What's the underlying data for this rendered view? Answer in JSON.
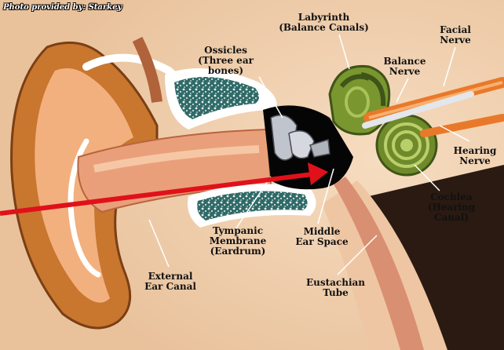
{
  "credit": "Photo provided by: Starkey",
  "labels": {
    "labyrinth": "Labyrinth\n(Balance Canals)",
    "facial_nerve": "Facial\nNerve",
    "ossicles": "Ossicles\n(Three ear\nbones)",
    "balance_nerve": "Balance\nNerve",
    "hearing_nerve": "Hearing\nNerve",
    "cochlea": "Cochlea\n(Hearing\nCanal)",
    "tympanic_membrane": "Tympanic\nMembrane\n(Eardrum)",
    "middle_ear_space": "Middle\nEar Space",
    "external_ear_canal": "External\nEar Canal",
    "eustachian_tube": "Eustachian\nTube"
  },
  "colors": {
    "skin": "#f2d8b8",
    "ear_outer": "#c9762f",
    "canal": "#e9a07a",
    "bone": "#ffffff",
    "bone_speckle": "#5f8f8a",
    "inner_ear": "#6f8a2a",
    "nerve": "#e9792a",
    "pointer": "#e0111a",
    "dark": "#050505"
  }
}
